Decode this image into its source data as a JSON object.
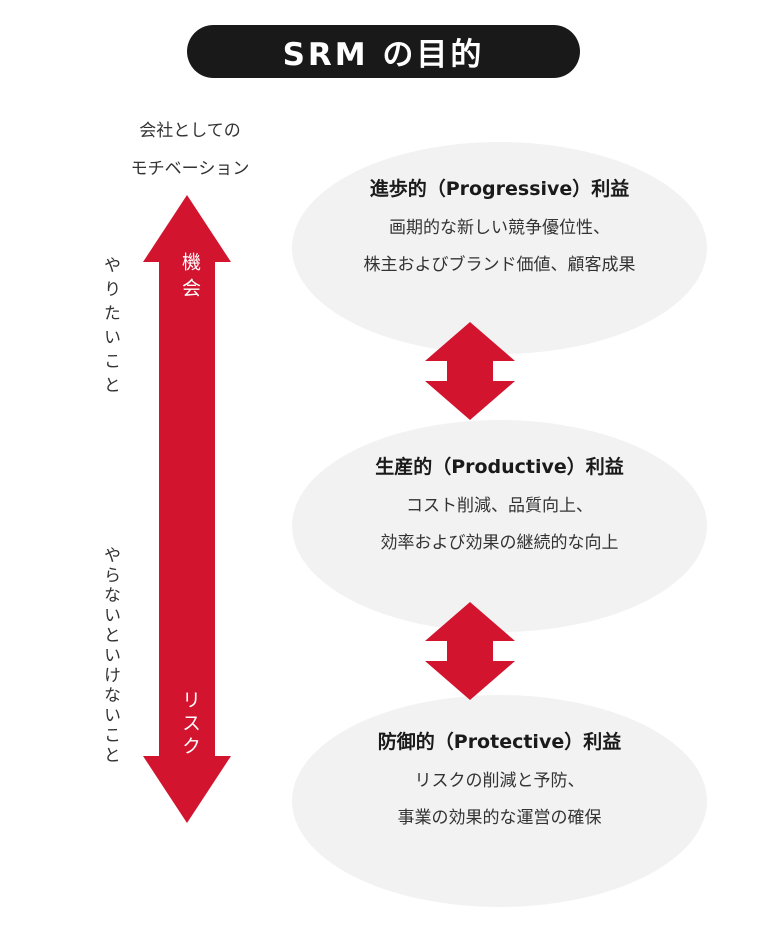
{
  "title": "SRM の目的",
  "axis": {
    "caption_line1": "会社としての",
    "caption_line2": "モチベーション",
    "arrow_top_word": "機会",
    "arrow_bottom_word": "リスク",
    "side_top_label": "やりたいこと",
    "side_bottom_label": "やらないといけないこと"
  },
  "ellipses": [
    {
      "title": "進歩的（Progressive）利益",
      "line1": "画期的な新しい競争優位性、",
      "line2": "株主およびブランド価値、顧客成果"
    },
    {
      "title": "生産的（Productive）利益",
      "line1": "コスト削減、品質向上、",
      "line2": "効率および効果の継続的な向上"
    },
    {
      "title": "防御的（Protective）利益",
      "line1": "リスクの削減と予防、",
      "line2": "事業の効果的な運営の確保"
    }
  ],
  "colors": {
    "arrow_red": "#d2142f",
    "ellipse_bg": "#f2f2f2",
    "title_bg": "#191919",
    "title_text": "#ffffff",
    "text_dark": "#333333"
  }
}
